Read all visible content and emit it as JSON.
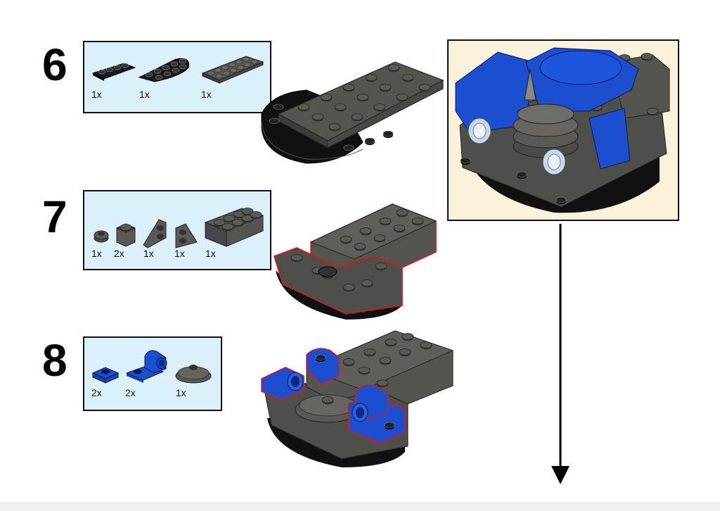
{
  "colors": {
    "parts_bg": "#dcf0fb",
    "callout_bg": "#fcf2dc",
    "dark_gray": "#5a5a55",
    "black": "#1a1a1a",
    "blue": "#1c4fd0",
    "highlight": "#e0141e"
  },
  "steps": [
    {
      "number": "6",
      "parts": [
        {
          "name": "black-plate-1x4",
          "qty": "1x"
        },
        {
          "name": "black-half-round-plate",
          "qty": "1x"
        },
        {
          "name": "gray-plate-2x6",
          "qty": "1x"
        }
      ]
    },
    {
      "number": "7",
      "parts": [
        {
          "name": "gray-round-plate-1x1",
          "qty": "1x"
        },
        {
          "name": "gray-brick-1x1",
          "qty": "2x"
        },
        {
          "name": "gray-wedge-plate",
          "qty": "1x"
        },
        {
          "name": "gray-wedge-slope",
          "qty": "1x"
        },
        {
          "name": "gray-brick-2x4",
          "qty": "1x"
        }
      ]
    },
    {
      "number": "8",
      "parts": [
        {
          "name": "blue-plate-1x1",
          "qty": "2x"
        },
        {
          "name": "blue-plate-with-pin-hole",
          "qty": "2x"
        },
        {
          "name": "gray-dish-2x2",
          "qty": "1x"
        }
      ]
    }
  ]
}
